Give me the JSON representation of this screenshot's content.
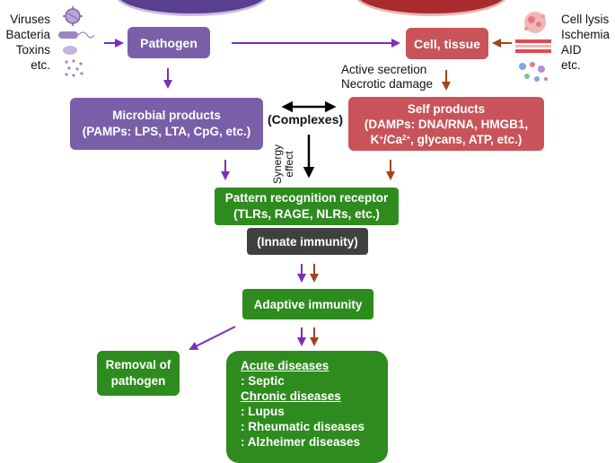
{
  "colors": {
    "purple": "#7a5fa8",
    "red": "#c8545a",
    "green": "#2e8b1e",
    "dark": "#404040",
    "arrow_purple": "#7a2fb8",
    "arrow_brown": "#a0451a"
  },
  "left_labels": [
    "Viruses",
    "Bacteria",
    "Toxins",
    "etc."
  ],
  "right_labels": [
    "Cell lysis",
    "Ischemia",
    "AID",
    "etc."
  ],
  "pathogen": "Pathogen",
  "cell_tissue": "Cell, tissue",
  "release_labels": [
    "Active secretion",
    "Necrotic damage"
  ],
  "microbial": {
    "title": "Microbial products",
    "detail": "(PAMPs: LPS, LTA, CpG, etc.)"
  },
  "complexes": "(Complexes)",
  "synergy": [
    "Synergy",
    "effect"
  ],
  "self_products": {
    "title": "Self products",
    "line1": "(DAMPs: DNA/RNA, HMGB1,",
    "line2_k": "K",
    "line2_plus1": "+",
    "line2_ca": "/Ca",
    "line2_plus2": "2+",
    "line2_rest": ", glycans, ATP, etc.)"
  },
  "prr": {
    "title": "Pattern recognition receptor",
    "detail": "(TLRs, RAGE, NLRs, etc.)"
  },
  "innate": "(Innate immunity)",
  "adaptive": "Adaptive immunity",
  "removal": [
    "Removal of",
    "pathogen"
  ],
  "diseases": {
    "acute_heading": "Acute diseases",
    "acute_items": [
      ": Septic"
    ],
    "chronic_heading": "Chronic diseases",
    "chronic_items": [
      ": Lupus",
      ": Rheumatic diseases",
      ": Alzheimer diseases"
    ]
  },
  "icons": [
    "virus-icon",
    "bacteria-icon",
    "toxin-dots-icon",
    "blood-cells-icon",
    "tissue-layers-icon",
    "cell-particles-icon"
  ]
}
